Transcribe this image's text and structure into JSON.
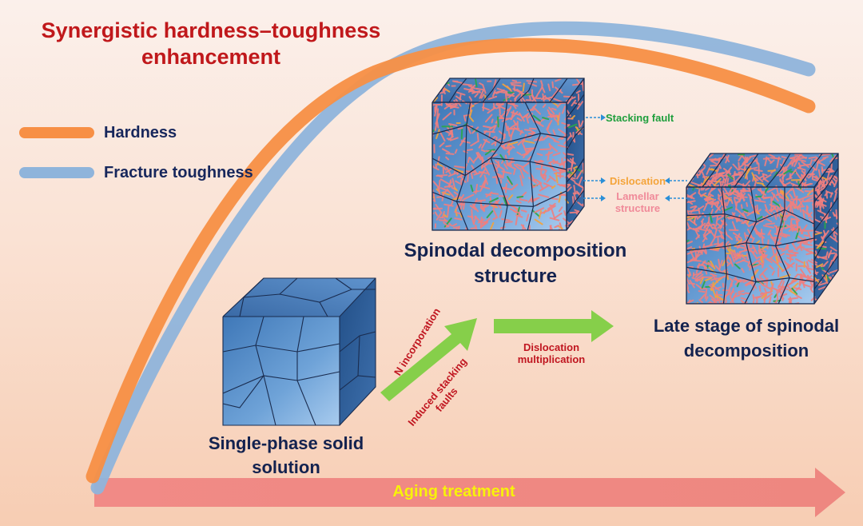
{
  "title": "Synergistic hardness–toughness enhancement",
  "legend": [
    {
      "label": "Hardness",
      "color": "#f78f45"
    },
    {
      "label": "Fracture toughness",
      "color": "#8fb4db"
    }
  ],
  "stages": {
    "single_phase": "Single-phase solid solution",
    "spinodal": "Spinodal decomposition structure",
    "late_stage": "Late stage of spinodal decomposition"
  },
  "transition_1": {
    "upper": "N incorporation",
    "lower": "Induced stacking faults"
  },
  "transition_2": "Dislocation multiplication",
  "annotations": {
    "stacking_fault": "Stacking fault",
    "dislocation": "Dislocation",
    "lamellar": "Lamellar structure"
  },
  "axis_label": "Aging treatment",
  "colors": {
    "hardness": "#f78f45",
    "toughness": "#8fb4db",
    "arrow_green": "#86cf4a",
    "aging_arrow": "#ef8a86",
    "aging_text": "#f8f20a",
    "title": "#c0181b",
    "caption": "#13224f",
    "cube_blue": "#5b8fc9",
    "lamella": "#f07f7f",
    "stacking_fault": "#1e9e3c",
    "dislocation": "#f4a43a",
    "lamellar": "#f08a99"
  }
}
